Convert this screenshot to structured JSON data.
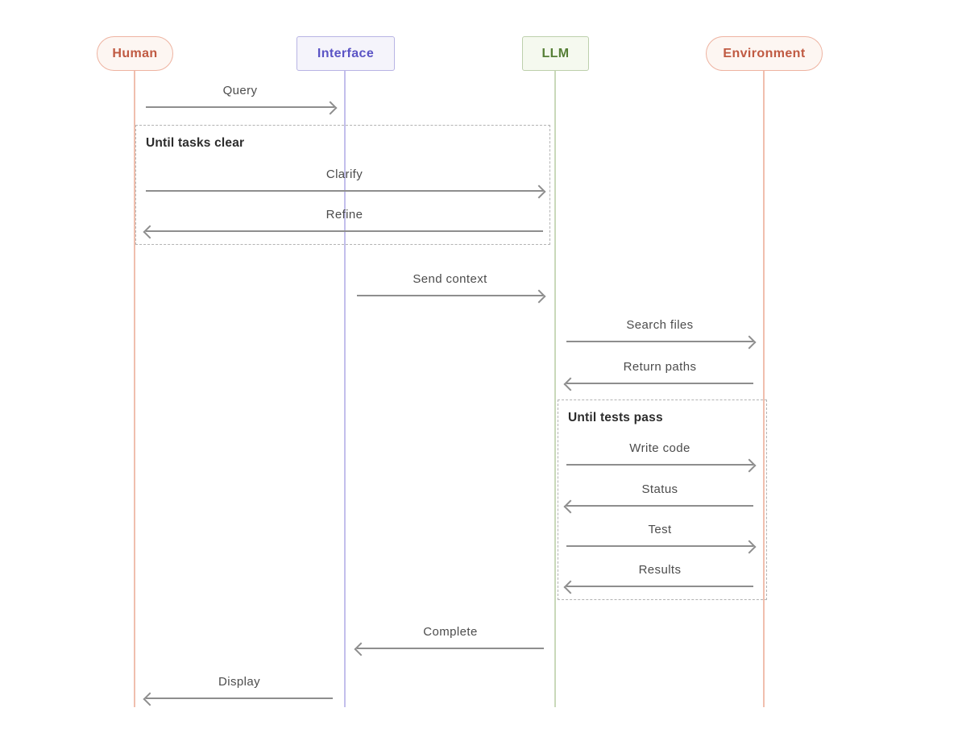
{
  "diagram": {
    "type": "sequence-diagram"
  },
  "actors": [
    {
      "label": "Human",
      "shape": "pill",
      "text_color": "#c05a42",
      "border_color": "#eeb3a1",
      "fill": "#fdf6f2"
    },
    {
      "label": "Interface",
      "shape": "rect",
      "text_color": "#5b54c5",
      "border_color": "#b8b4e4",
      "fill": "#f5f4fb"
    },
    {
      "label": "LLM",
      "shape": "rect",
      "text_color": "#567f36",
      "border_color": "#bdd0ac",
      "fill": "#f5f9ef"
    },
    {
      "label": "Environment",
      "shape": "pill",
      "text_color": "#c05a42",
      "border_color": "#eeb3a1",
      "fill": "#fdf6f2"
    }
  ],
  "loops": [
    {
      "label": "Until tasks clear",
      "spans": [
        "Human",
        "LLM"
      ]
    },
    {
      "label": "Until tests pass",
      "spans": [
        "LLM",
        "Environment"
      ]
    }
  ],
  "messages": [
    {
      "label": "Query",
      "from": "Human",
      "to": "Interface",
      "direction": "right"
    },
    {
      "label": "Clarify",
      "from": "Human",
      "to": "LLM",
      "direction": "right"
    },
    {
      "label": "Refine",
      "from": "LLM",
      "to": "Human",
      "direction": "left"
    },
    {
      "label": "Send context",
      "from": "Interface",
      "to": "LLM",
      "direction": "right"
    },
    {
      "label": "Search files",
      "from": "LLM",
      "to": "Environment",
      "direction": "right"
    },
    {
      "label": "Return paths",
      "from": "Environment",
      "to": "LLM",
      "direction": "left"
    },
    {
      "label": "Write code",
      "from": "LLM",
      "to": "Environment",
      "direction": "right"
    },
    {
      "label": "Status",
      "from": "Environment",
      "to": "LLM",
      "direction": "left"
    },
    {
      "label": "Test",
      "from": "LLM",
      "to": "Environment",
      "direction": "right"
    },
    {
      "label": "Results",
      "from": "Environment",
      "to": "LLM",
      "direction": "left"
    },
    {
      "label": "Complete",
      "from": "LLM",
      "to": "Interface",
      "direction": "left"
    },
    {
      "label": "Display",
      "from": "Interface",
      "to": "Human",
      "direction": "left"
    }
  ],
  "colors": {
    "human-text": "#c05a42",
    "human-border": "#eeb3a1",
    "human-fill": "#fdf6f2",
    "human-line": "#f0bfae",
    "interface-text": "#5b54c5",
    "interface-border": "#b8b4e4",
    "interface-fill": "#f5f4fb",
    "interface-line": "#c3bfec",
    "llm-text": "#567f36",
    "llm-border": "#bdd0ac",
    "llm-fill": "#f5f9ef",
    "llm-line": "#c9d9ba",
    "env-text": "#c05a42",
    "env-border": "#eeb3a1",
    "env-fill": "#fdf6f2",
    "env-line": "#f0bfae",
    "arrow": "#8e8e8e",
    "message-text": "#4c4c4c",
    "loop-border": "#b3b3b3",
    "loop-text": "#2c2c2c",
    "background": "#ffffff"
  }
}
